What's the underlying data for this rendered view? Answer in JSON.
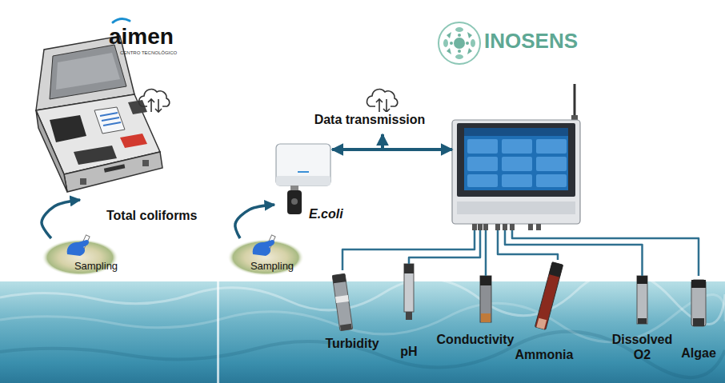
{
  "diagram": {
    "nodes": [
      {
        "text": [
          "Total coliforms"
        ]
      },
      {
        "text": [
          "Sampling"
        ]
      },
      {
        "text": [
          "E.coli"
        ]
      },
      {
        "text": [
          "Sampling"
        ]
      },
      {
        "text": [
          "INOSENS"
        ]
      },
      {
        "text": [
          "Turbidity"
        ]
      },
      {
        "text": [
          "pH"
        ]
      },
      {
        "text": [
          "Conductivity"
        ]
      },
      {
        "text": [
          "Ammonia"
        ]
      },
      {
        "text": [
          "Dissolved O2"
        ]
      },
      {
        "text": [
          "Algae"
        ]
      }
    ],
    "edges": [
      {
        "from": 1,
        "to": 0,
        "arrow": "to"
      },
      {
        "from": 3,
        "to": 2,
        "arrow": "to"
      },
      {
        "from": 2,
        "to": 4,
        "label": "Data transmission",
        "arrow": "both"
      },
      {
        "from": 4,
        "to": 5,
        "arrow": "none"
      },
      {
        "from": 4,
        "to": 6,
        "arrow": "none"
      },
      {
        "from": 4,
        "to": 7,
        "arrow": "none"
      },
      {
        "from": 4,
        "to": 8,
        "arrow": "none"
      },
      {
        "from": 4,
        "to": 9,
        "arrow": "none"
      },
      {
        "from": 4,
        "to": 10,
        "arrow": "none"
      }
    ],
    "labels": [
      "aimen",
      "CENTRO TECNOLÓGICO"
    ]
  }
}
